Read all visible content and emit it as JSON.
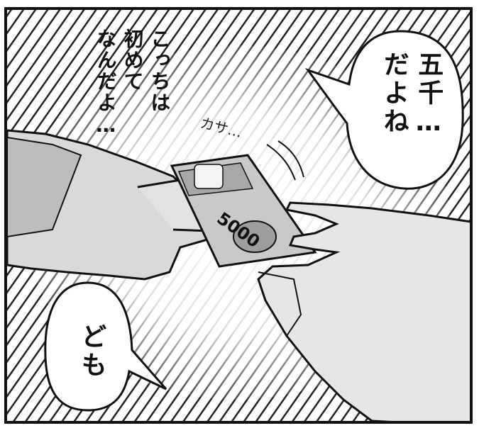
{
  "panel": {
    "narration": "こっちは\n初めて\nなんだよ…",
    "sfx": "カサ…",
    "bubble_right": "五千…\nだよね",
    "bubble_left": "ども",
    "banknote_denomination": "5000"
  }
}
